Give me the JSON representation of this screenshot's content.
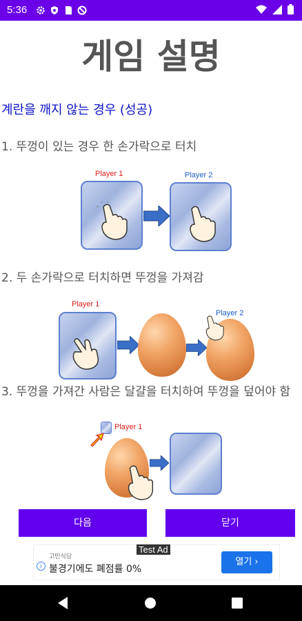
{
  "status_bar": {
    "time": "5:36",
    "icons": [
      "gear-icon",
      "shield-icon",
      "sd-card-icon",
      "no-disturb-icon"
    ],
    "right_icons": [
      "wifi-icon",
      "signal-icon",
      "battery-icon"
    ]
  },
  "page_title": "게임 설명",
  "section_heading": "계란을 깨지 않는 경우 (성공)",
  "steps": [
    "1. 뚜껑이 있는 경우 한 손가락으로 터치",
    "2. 두 손가락으로 터치하면 뚜껑을 가져감",
    "3. 뚜껑을 가져간 사람은 달걀을 터치하여 뚜껑을 덮어야 함"
  ],
  "illustrations": {
    "player1": "Player 1",
    "player2": "Player 2"
  },
  "buttons": {
    "next": "다음",
    "close": "닫기"
  },
  "ad": {
    "badge": "Test Ad",
    "advertiser": "고민식당",
    "text": "불경기에도 폐점률 0%",
    "cta": "열기 ›",
    "info": "i"
  },
  "colors": {
    "status_bar": "#6a00e8",
    "heading": "#0a12c8",
    "button": "#6200ee",
    "ad_cta": "#1a73e8"
  }
}
